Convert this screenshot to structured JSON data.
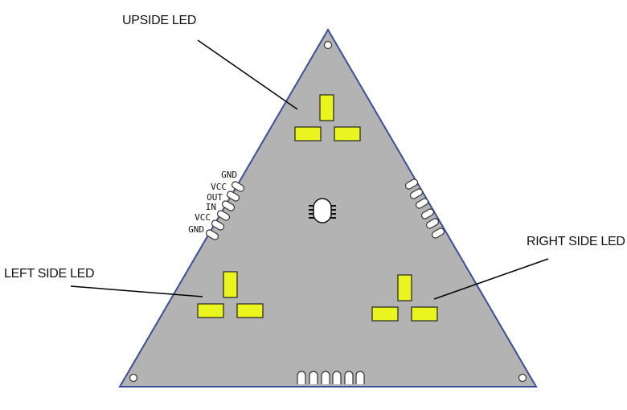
{
  "callouts": {
    "upside": "UPSIDE LED",
    "left": "LEFT SIDE LED",
    "right": "RIGHT SIDE LED"
  },
  "connector_pins": [
    "GND",
    "VCC",
    "OUT",
    "IN",
    "VCC",
    "GND"
  ],
  "colors": {
    "board": "#b3b3b3",
    "board_edge": "#3a4f9a",
    "led_pad": "#eaf520",
    "pad_outline": "#222222"
  }
}
